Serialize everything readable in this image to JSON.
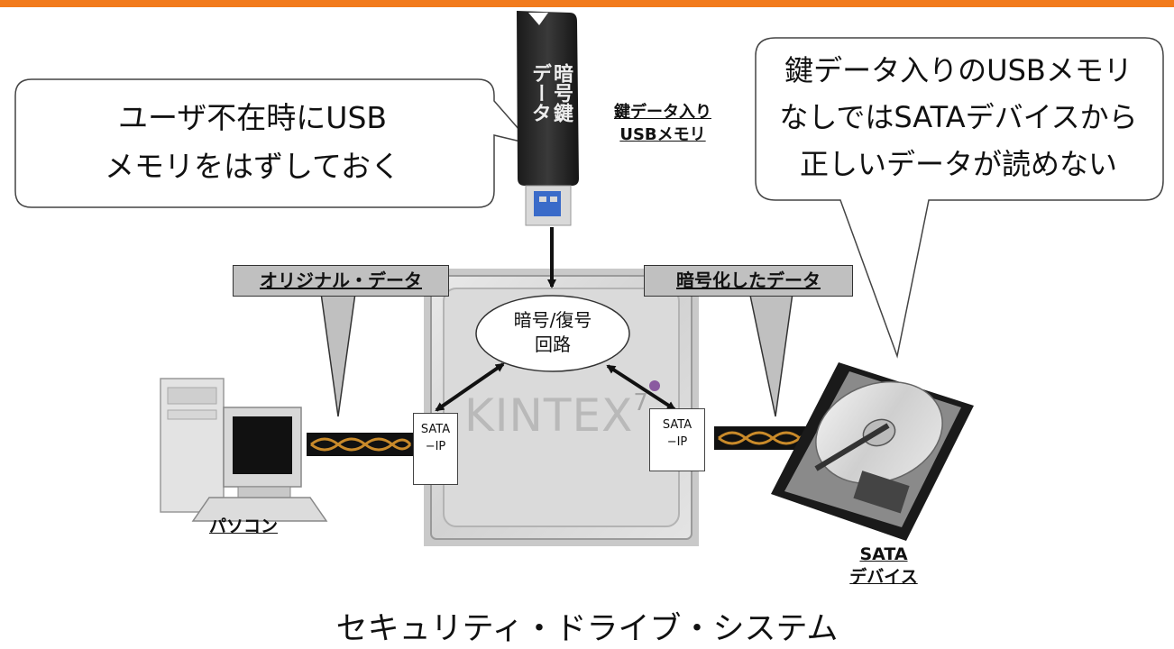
{
  "callouts": {
    "left_lines": [
      "ユーザ不在時にUSB",
      "メモリをはずしておく"
    ],
    "right_lines": [
      "鍵データ入りのUSBメモリ",
      "なしではSATAデバイスから",
      "正しいデータが読めない"
    ]
  },
  "usb": {
    "label_lines": [
      "鍵データ入り",
      "USBメモリ"
    ],
    "stick_text_lines": [
      "暗号鍵",
      "データ"
    ]
  },
  "tags": {
    "original": "オリジナル・データ",
    "encrypted": "暗号化したデータ"
  },
  "chip": {
    "brand": "KINTEX",
    "brand_mark": "7",
    "crypto_lines": [
      "暗号/復号",
      "回路"
    ],
    "sata_left_lines": [
      "SATA",
      "−IP"
    ],
    "sata_right_lines": [
      "SATA",
      "−IP"
    ]
  },
  "devices": {
    "pc_label": "パソコン",
    "hdd_label_lines": [
      "SATA",
      "デバイス"
    ]
  },
  "caption": "セキュリティ・ドライブ・システム",
  "colors": {
    "accent_bar": "#f27b1c",
    "tag_bg": "#c0c0c0",
    "cable_orange": "#c98a2a"
  }
}
